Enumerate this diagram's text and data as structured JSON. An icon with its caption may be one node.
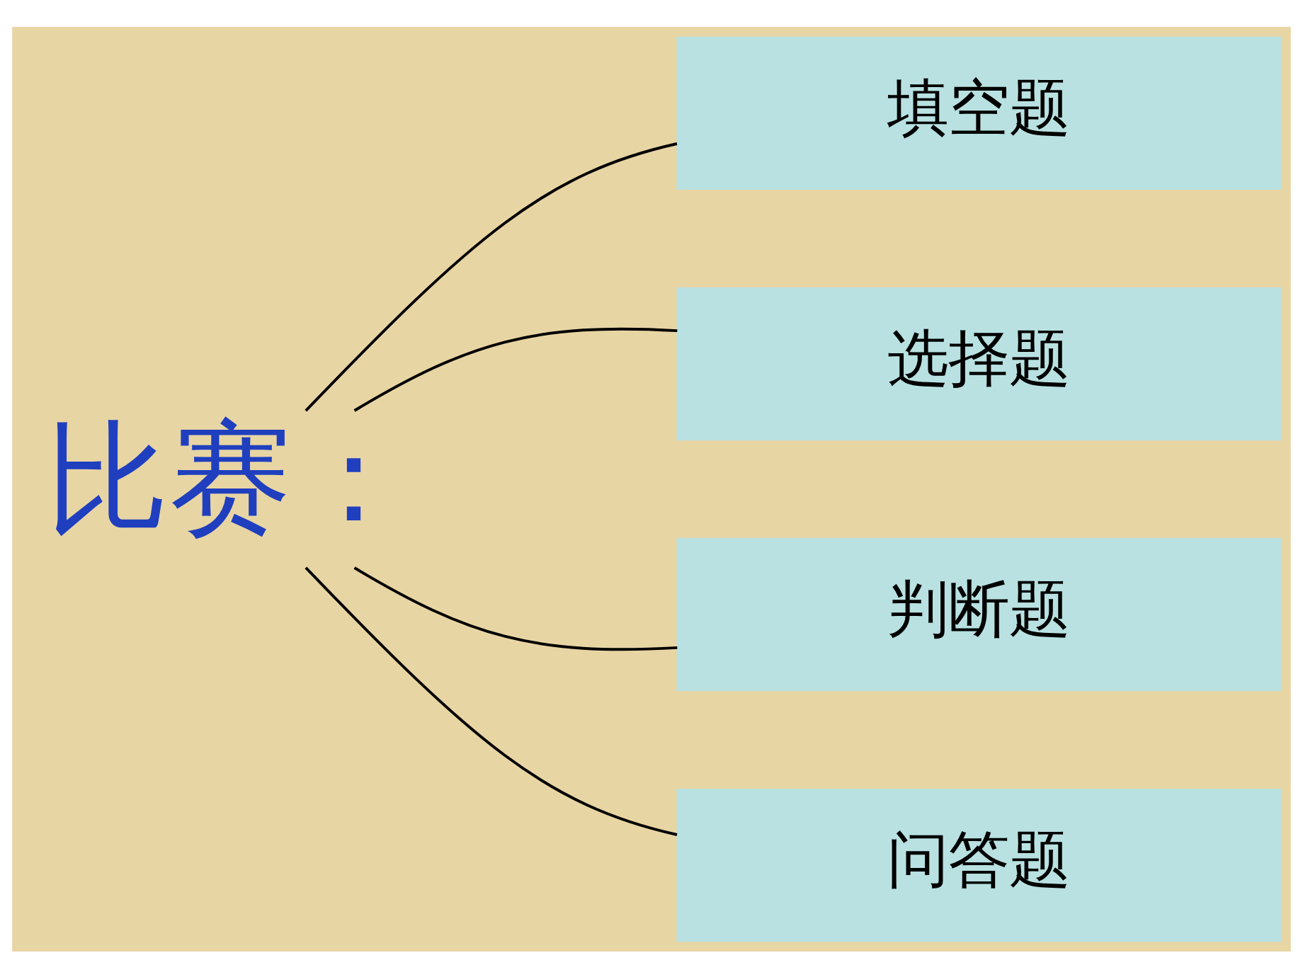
{
  "diagram": {
    "nodes": [
      {
        "text": [
          "比赛："
        ]
      },
      {
        "text": [
          "填空题"
        ]
      },
      {
        "text": [
          "选择题"
        ]
      },
      {
        "text": [
          "判断题"
        ]
      },
      {
        "text": [
          "问答题"
        ]
      }
    ],
    "edges": [
      {
        "from": 0,
        "to": 1,
        "arrow": "none"
      },
      {
        "from": 0,
        "to": 2,
        "arrow": "none"
      },
      {
        "from": 0,
        "to": 3,
        "arrow": "none"
      },
      {
        "from": 0,
        "to": 4,
        "arrow": "none"
      }
    ]
  }
}
